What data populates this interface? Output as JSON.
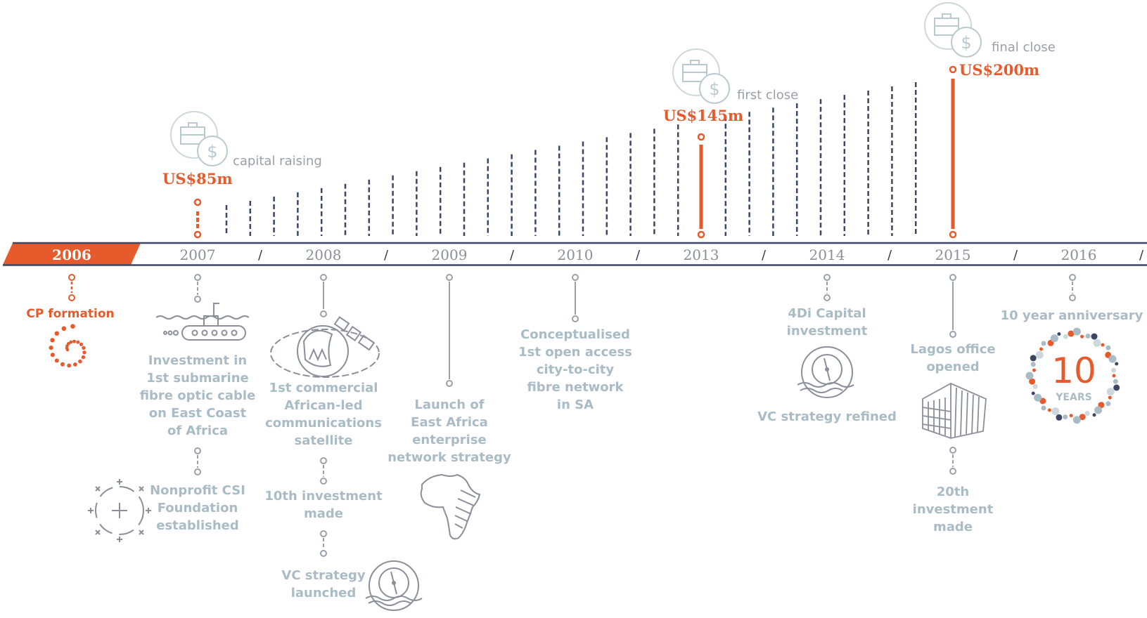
{
  "timeline": {
    "years": [
      "2006",
      "2007",
      "2008",
      "2009",
      "2010",
      "2013",
      "2014",
      "2015",
      "2016"
    ],
    "separator": "/"
  },
  "funds": [
    {
      "amount": "US$85m",
      "label": "capital raising"
    },
    {
      "amount": "US$145m",
      "label": "first close"
    },
    {
      "amount": "US$200m",
      "label": "final close"
    }
  ],
  "events": {
    "cp_formation": [
      "CP formation"
    ],
    "submarine": [
      "Investment in",
      "1st submarine",
      "fibre optic cable",
      "on East Coast",
      "of Africa"
    ],
    "csi": [
      "Nonprofit CSI",
      "Foundation",
      "established"
    ],
    "satellite": [
      "1st commercial",
      "African-led",
      "communications",
      "satellite"
    ],
    "tenth": [
      "10th investment",
      "made"
    ],
    "vc_launched": [
      "VC strategy",
      "launched"
    ],
    "east_africa": [
      "Launch of",
      "East Africa",
      "enterprise",
      "network strategy"
    ],
    "fibre_sa": [
      "Conceptualised",
      "1st open access",
      "city-to-city",
      "fibre network",
      "in SA"
    ],
    "fourdi": [
      "4Di Capital",
      "investment"
    ],
    "vc_refined": [
      "VC strategy refined"
    ],
    "lagos": [
      "Lagos office",
      "opened"
    ],
    "twentieth": [
      "20th",
      "investment",
      "made"
    ],
    "anniversary": [
      "10 year anniversary"
    ]
  },
  "anniversary_badge": {
    "number": "10",
    "word": "YEARS"
  },
  "colors": {
    "accent": "#e65a2b",
    "navy": "#3a4663",
    "event_text": "#a9bcc6",
    "connector": "#9aa0a8",
    "icon_stroke": "#8a8f9a"
  }
}
